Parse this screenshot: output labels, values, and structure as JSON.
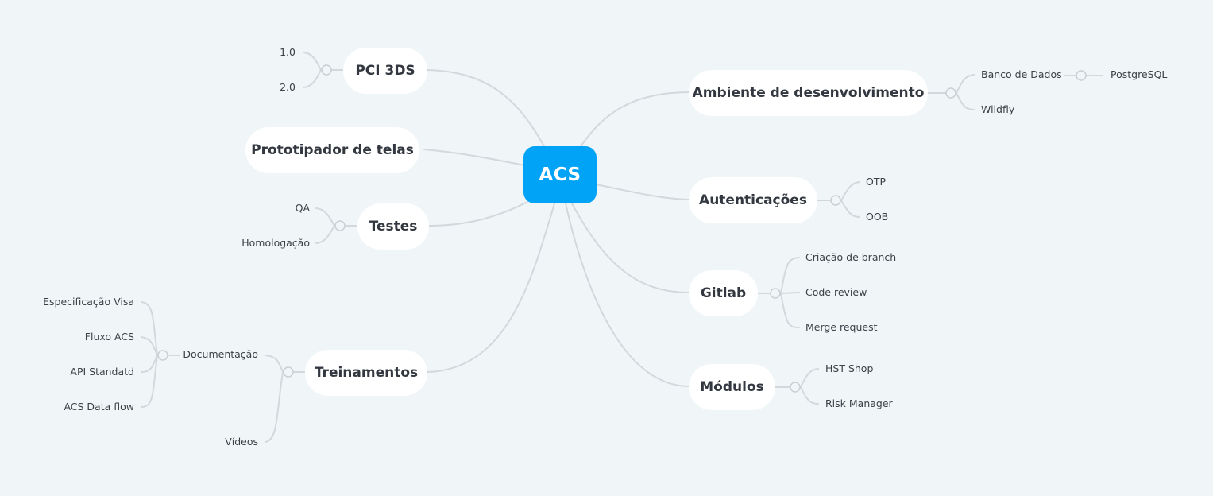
{
  "mindmap": {
    "central": "ACS",
    "topics": {
      "pci": {
        "label": "PCI 3DS",
        "children": [
          "1.0",
          "2.0"
        ]
      },
      "prototipador": {
        "label": "Prototipador de telas"
      },
      "testes": {
        "label": "Testes",
        "children": [
          "QA",
          "Homologação"
        ]
      },
      "treinamentos": {
        "label": "Treinamentos",
        "documentacao": {
          "label": "Documentação",
          "children": [
            "Especificação Visa",
            "Fluxo ACS",
            "API Standatd",
            "ACS Data flow"
          ]
        },
        "videos": "Vídeos"
      },
      "ambiente": {
        "label": "Ambiente de desenvolvimento",
        "banco": {
          "label": "Banco de Dados",
          "children": [
            "PostgreSQL"
          ]
        },
        "wildfly": "Wildfly"
      },
      "autenticacoes": {
        "label": "Autenticações",
        "children": [
          "OTP",
          "OOB"
        ]
      },
      "gitlab": {
        "label": "Gitlab",
        "children": [
          "Criação de branch",
          "Code review",
          "Merge request"
        ]
      },
      "modulos": {
        "label": "Módulos",
        "children": [
          "HST Shop",
          "Risk Manager"
        ]
      }
    }
  }
}
